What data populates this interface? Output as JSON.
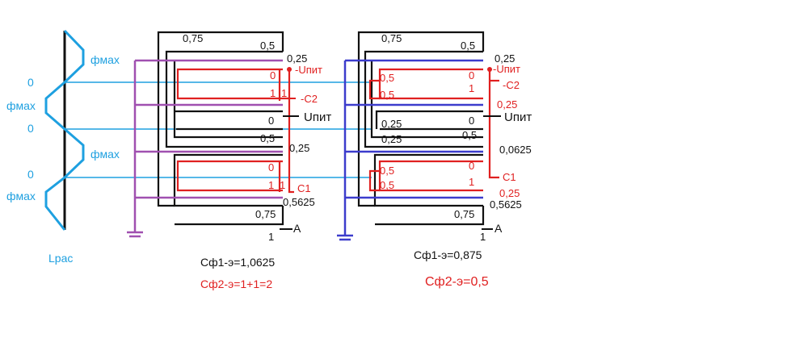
{
  "colors": {
    "black": "#111111",
    "blue": "#1ea0e0",
    "purple": "#a050b0",
    "red": "#e02020",
    "indigo": "#3c3ccc",
    "gray": "#888888"
  },
  "wave": {
    "labels": [
      "0",
      "фмах",
      "0",
      "фмах",
      "0",
      "фмах",
      "фмах"
    ],
    "bottom_label": "Lрас"
  },
  "left": {
    "frame_values": [
      "0,75",
      "0,5",
      "0,25",
      "0,25",
      "0,5625",
      "0,75",
      "1"
    ],
    "contacts": [
      "0",
      "1",
      "1",
      "0",
      "0,5",
      "0",
      "1",
      "1"
    ],
    "terminals": [
      "-Uпит",
      "-C2",
      "Uпит",
      "C1",
      "A"
    ],
    "result_phi1": "Сф1-э=1,0625",
    "result_phi2": "Сф2-э=1+1=2"
  },
  "right": {
    "frame_values": [
      "0,75",
      "0,5",
      "0,25",
      "0,0625",
      "0,5625",
      "0,75",
      "1"
    ],
    "contacts": [
      "0",
      "1",
      "0",
      "0,5",
      "0",
      "1",
      "0,5",
      "0,5",
      "0,25",
      "0,25",
      "0,5",
      "0,5"
    ],
    "terminals": [
      "-Uпит",
      "-C2",
      "0,25",
      "Uпит",
      "C1",
      "0,25",
      "A"
    ],
    "result_phi1": "Сф1-э=0,875",
    "result_phi2": "Сф2-э=0,5"
  }
}
